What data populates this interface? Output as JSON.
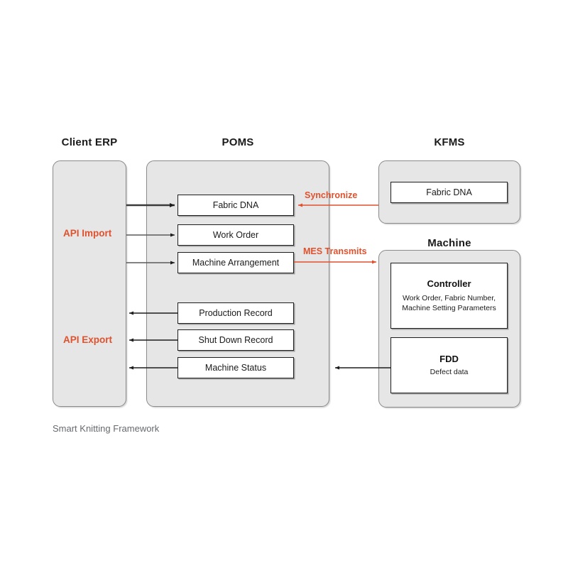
{
  "figure": {
    "caption": "Smart Knitting Framework",
    "accent_color": "#e0512e",
    "container_fill": "#e6e6e6",
    "node_fill": "#ffffff",
    "line_color": "#1d1d1d"
  },
  "columns": {
    "client_erp": {
      "title": "Client ERP"
    },
    "poms": {
      "title": "POMS"
    },
    "kfms": {
      "title": "KFMS"
    },
    "machine": {
      "title": "Machine"
    }
  },
  "client_erp": {
    "labels": [
      {
        "text": "API Import"
      },
      {
        "text": "API Export"
      }
    ]
  },
  "poms": {
    "inbound_nodes": [
      {
        "label": "Fabric DNA"
      },
      {
        "label": "Work Order"
      },
      {
        "label": "Machine Arrangement"
      }
    ],
    "outbound_nodes": [
      {
        "label": "Production Record"
      },
      {
        "label": "Shut Down Record"
      },
      {
        "label": "Machine Status"
      }
    ]
  },
  "kfms": {
    "nodes": [
      {
        "label": "Fabric DNA"
      }
    ]
  },
  "machine": {
    "nodes": [
      {
        "title": "Controller",
        "sub": "Work Order, Fabric Number,\nMachine Setting Parameters"
      },
      {
        "title": "FDD",
        "sub": "Defect data"
      }
    ]
  },
  "flows": [
    {
      "name": "synchronize",
      "label": "Synchronize",
      "direction": "kfms-to-poms",
      "color": "#e0512e"
    },
    {
      "name": "mes-transmits",
      "label": "MES Transmits",
      "direction": "poms-to-machine",
      "color": "#e0512e"
    }
  ]
}
